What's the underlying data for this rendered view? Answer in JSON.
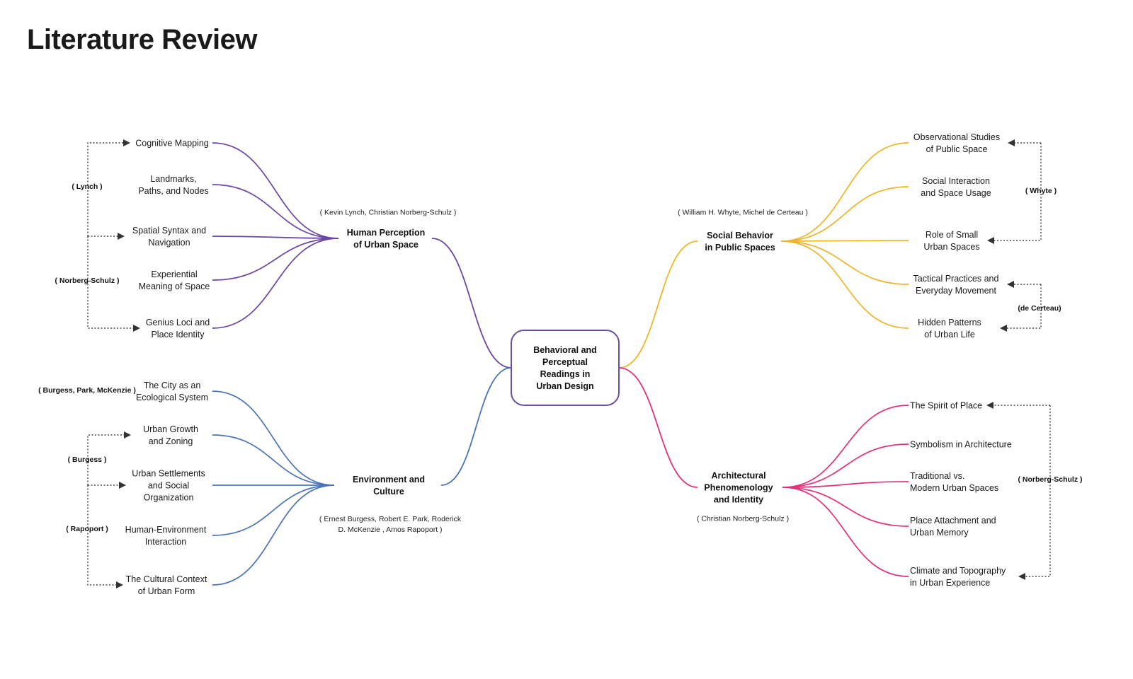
{
  "page": {
    "title": "Literature Review"
  },
  "center": {
    "lines": [
      "Behavioral and",
      "Perceptual",
      "Readings in",
      "Urban Design"
    ]
  },
  "colors": {
    "purple": "#6b46a6",
    "blue": "#4a74b8",
    "yellow": "#f0b429",
    "pink": "#e0317a",
    "center_border": "#6b4ea0",
    "bracket": "#444444"
  },
  "branches": [
    {
      "id": "perception",
      "color": "#6b46a6",
      "hub": [
        "Human Perception",
        "of Urban Space"
      ],
      "authors": [
        "( Kevin Lynch, Christian Norberg-Schulz )"
      ],
      "leaves": [
        [
          "Cognitive Mapping"
        ],
        [
          "Landmarks,",
          "Paths, and Nodes"
        ],
        [
          "Spatial Syntax and",
          "Navigation"
        ],
        [
          "Experiential",
          "Meaning of Space"
        ],
        [
          "Genius Loci and",
          "Place Identity"
        ]
      ],
      "refs": [
        "( Lynch )",
        "( Norberg-Schulz )"
      ]
    },
    {
      "id": "environment",
      "color": "#4a74b8",
      "hub": [
        "Environment and",
        "Culture"
      ],
      "authors": [
        "( Ernest Burgess, Robert E. Park, Roderick",
        "D. McKenzie , Amos Rapoport )"
      ],
      "leaves": [
        [
          "The City as an",
          "Ecological System"
        ],
        [
          "Urban Growth",
          "and Zoning"
        ],
        [
          "Urban Settlements",
          "and Social",
          "Organization"
        ],
        [
          "Human-Environment",
          "Interaction"
        ],
        [
          "The Cultural Context",
          "of Urban Form"
        ]
      ],
      "refs": [
        "( Burgess, Park, McKenzie )",
        "( Burgess )",
        "( Rapoport )"
      ]
    },
    {
      "id": "social",
      "color": "#f0b429",
      "hub": [
        "Social Behavior",
        "in Public Spaces"
      ],
      "authors": [
        "( William H. Whyte, Michel de Certeau )"
      ],
      "leaves": [
        [
          "Observational Studies",
          "of Public Space"
        ],
        [
          "Social Interaction",
          "and Space Usage"
        ],
        [
          "Role of Small",
          "Urban Spaces"
        ],
        [
          "Tactical Practices and",
          "Everyday Movement"
        ],
        [
          "Hidden Patterns",
          "of Urban Life"
        ]
      ],
      "refs": [
        "( Whyte )",
        "(de Certeau)"
      ]
    },
    {
      "id": "phenomenology",
      "color": "#e0317a",
      "hub": [
        "Architectural",
        "Phenomenology",
        "and Identity"
      ],
      "authors": [
        "( Christian Norberg-Schulz )"
      ],
      "leaves": [
        [
          "The Spirit of Place"
        ],
        [
          "Symbolism in Architecture"
        ],
        [
          "Traditional vs.",
          "Modern Urban Spaces"
        ],
        [
          "Place Attachment and",
          "Urban Memory"
        ],
        [
          "Climate and Topography",
          "in Urban Experience"
        ]
      ],
      "refs": [
        "( Norberg-Schulz )"
      ]
    }
  ]
}
